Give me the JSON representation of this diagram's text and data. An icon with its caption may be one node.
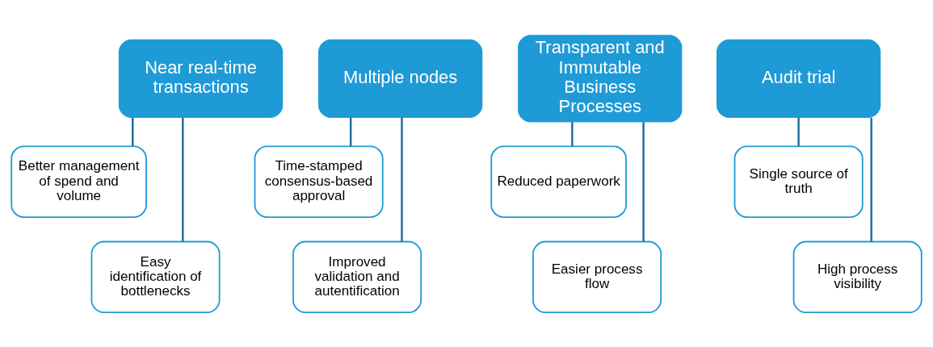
{
  "diagram": {
    "nodes": [
      {
        "text": [
          "Near real-time transactions"
        ]
      },
      {
        "text": [
          "Better management of spend and volume"
        ]
      },
      {
        "text": [
          "Easy identification of bottlenecks"
        ]
      },
      {
        "text": [
          "Multiple nodes"
        ]
      },
      {
        "text": [
          "Time-stamped consensus-based approval"
        ]
      },
      {
        "text": [
          "Improved validation and autentification"
        ]
      },
      {
        "text": [
          "Transparent and Immutable Business Processes"
        ]
      },
      {
        "text": [
          "Reduced paperwork"
        ]
      },
      {
        "text": [
          "Easier process flow"
        ]
      },
      {
        "text": [
          "Audit trial"
        ]
      },
      {
        "text": [
          "Single source of truth"
        ]
      },
      {
        "text": [
          "High process visibility"
        ]
      }
    ],
    "edges": [
      {
        "from": 0,
        "to": 1,
        "arrow": "none"
      },
      {
        "from": 0,
        "to": 2,
        "arrow": "none"
      },
      {
        "from": 3,
        "to": 4,
        "arrow": "none"
      },
      {
        "from": 3,
        "to": 5,
        "arrow": "none"
      },
      {
        "from": 6,
        "to": 7,
        "arrow": "none"
      },
      {
        "from": 6,
        "to": 8,
        "arrow": "none"
      },
      {
        "from": 9,
        "to": 10,
        "arrow": "none"
      },
      {
        "from": 9,
        "to": 11,
        "arrow": "none"
      }
    ]
  }
}
